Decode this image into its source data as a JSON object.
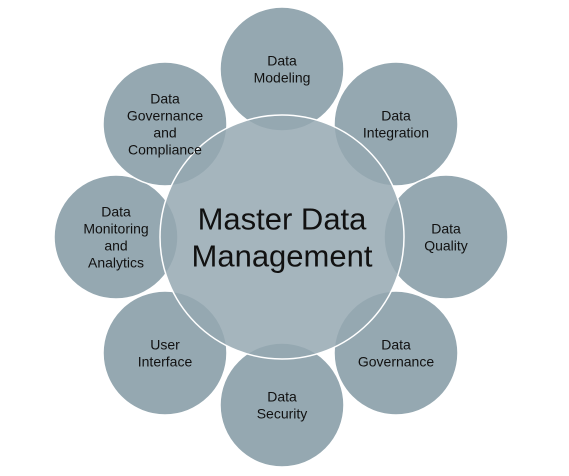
{
  "colors": {
    "circle_fill": "#95a8b1",
    "circle_stroke": "#ffffff",
    "text": "#111111",
    "background": "#ffffff"
  },
  "center": {
    "lines": [
      "Master Data",
      "Management"
    ]
  },
  "nodes": [
    {
      "lines": [
        "Data",
        "Modeling"
      ]
    },
    {
      "lines": [
        "Data",
        "Integration"
      ]
    },
    {
      "lines": [
        "Data",
        "Quality"
      ]
    },
    {
      "lines": [
        "Data",
        "Governance"
      ]
    },
    {
      "lines": [
        "Data",
        "Security"
      ]
    },
    {
      "lines": [
        "User",
        "Interface"
      ]
    },
    {
      "lines": [
        "Data",
        "Monitoring",
        "and",
        "Analytics"
      ]
    },
    {
      "lines": [
        "Data",
        "Governance",
        "and",
        "Compliance"
      ]
    }
  ]
}
